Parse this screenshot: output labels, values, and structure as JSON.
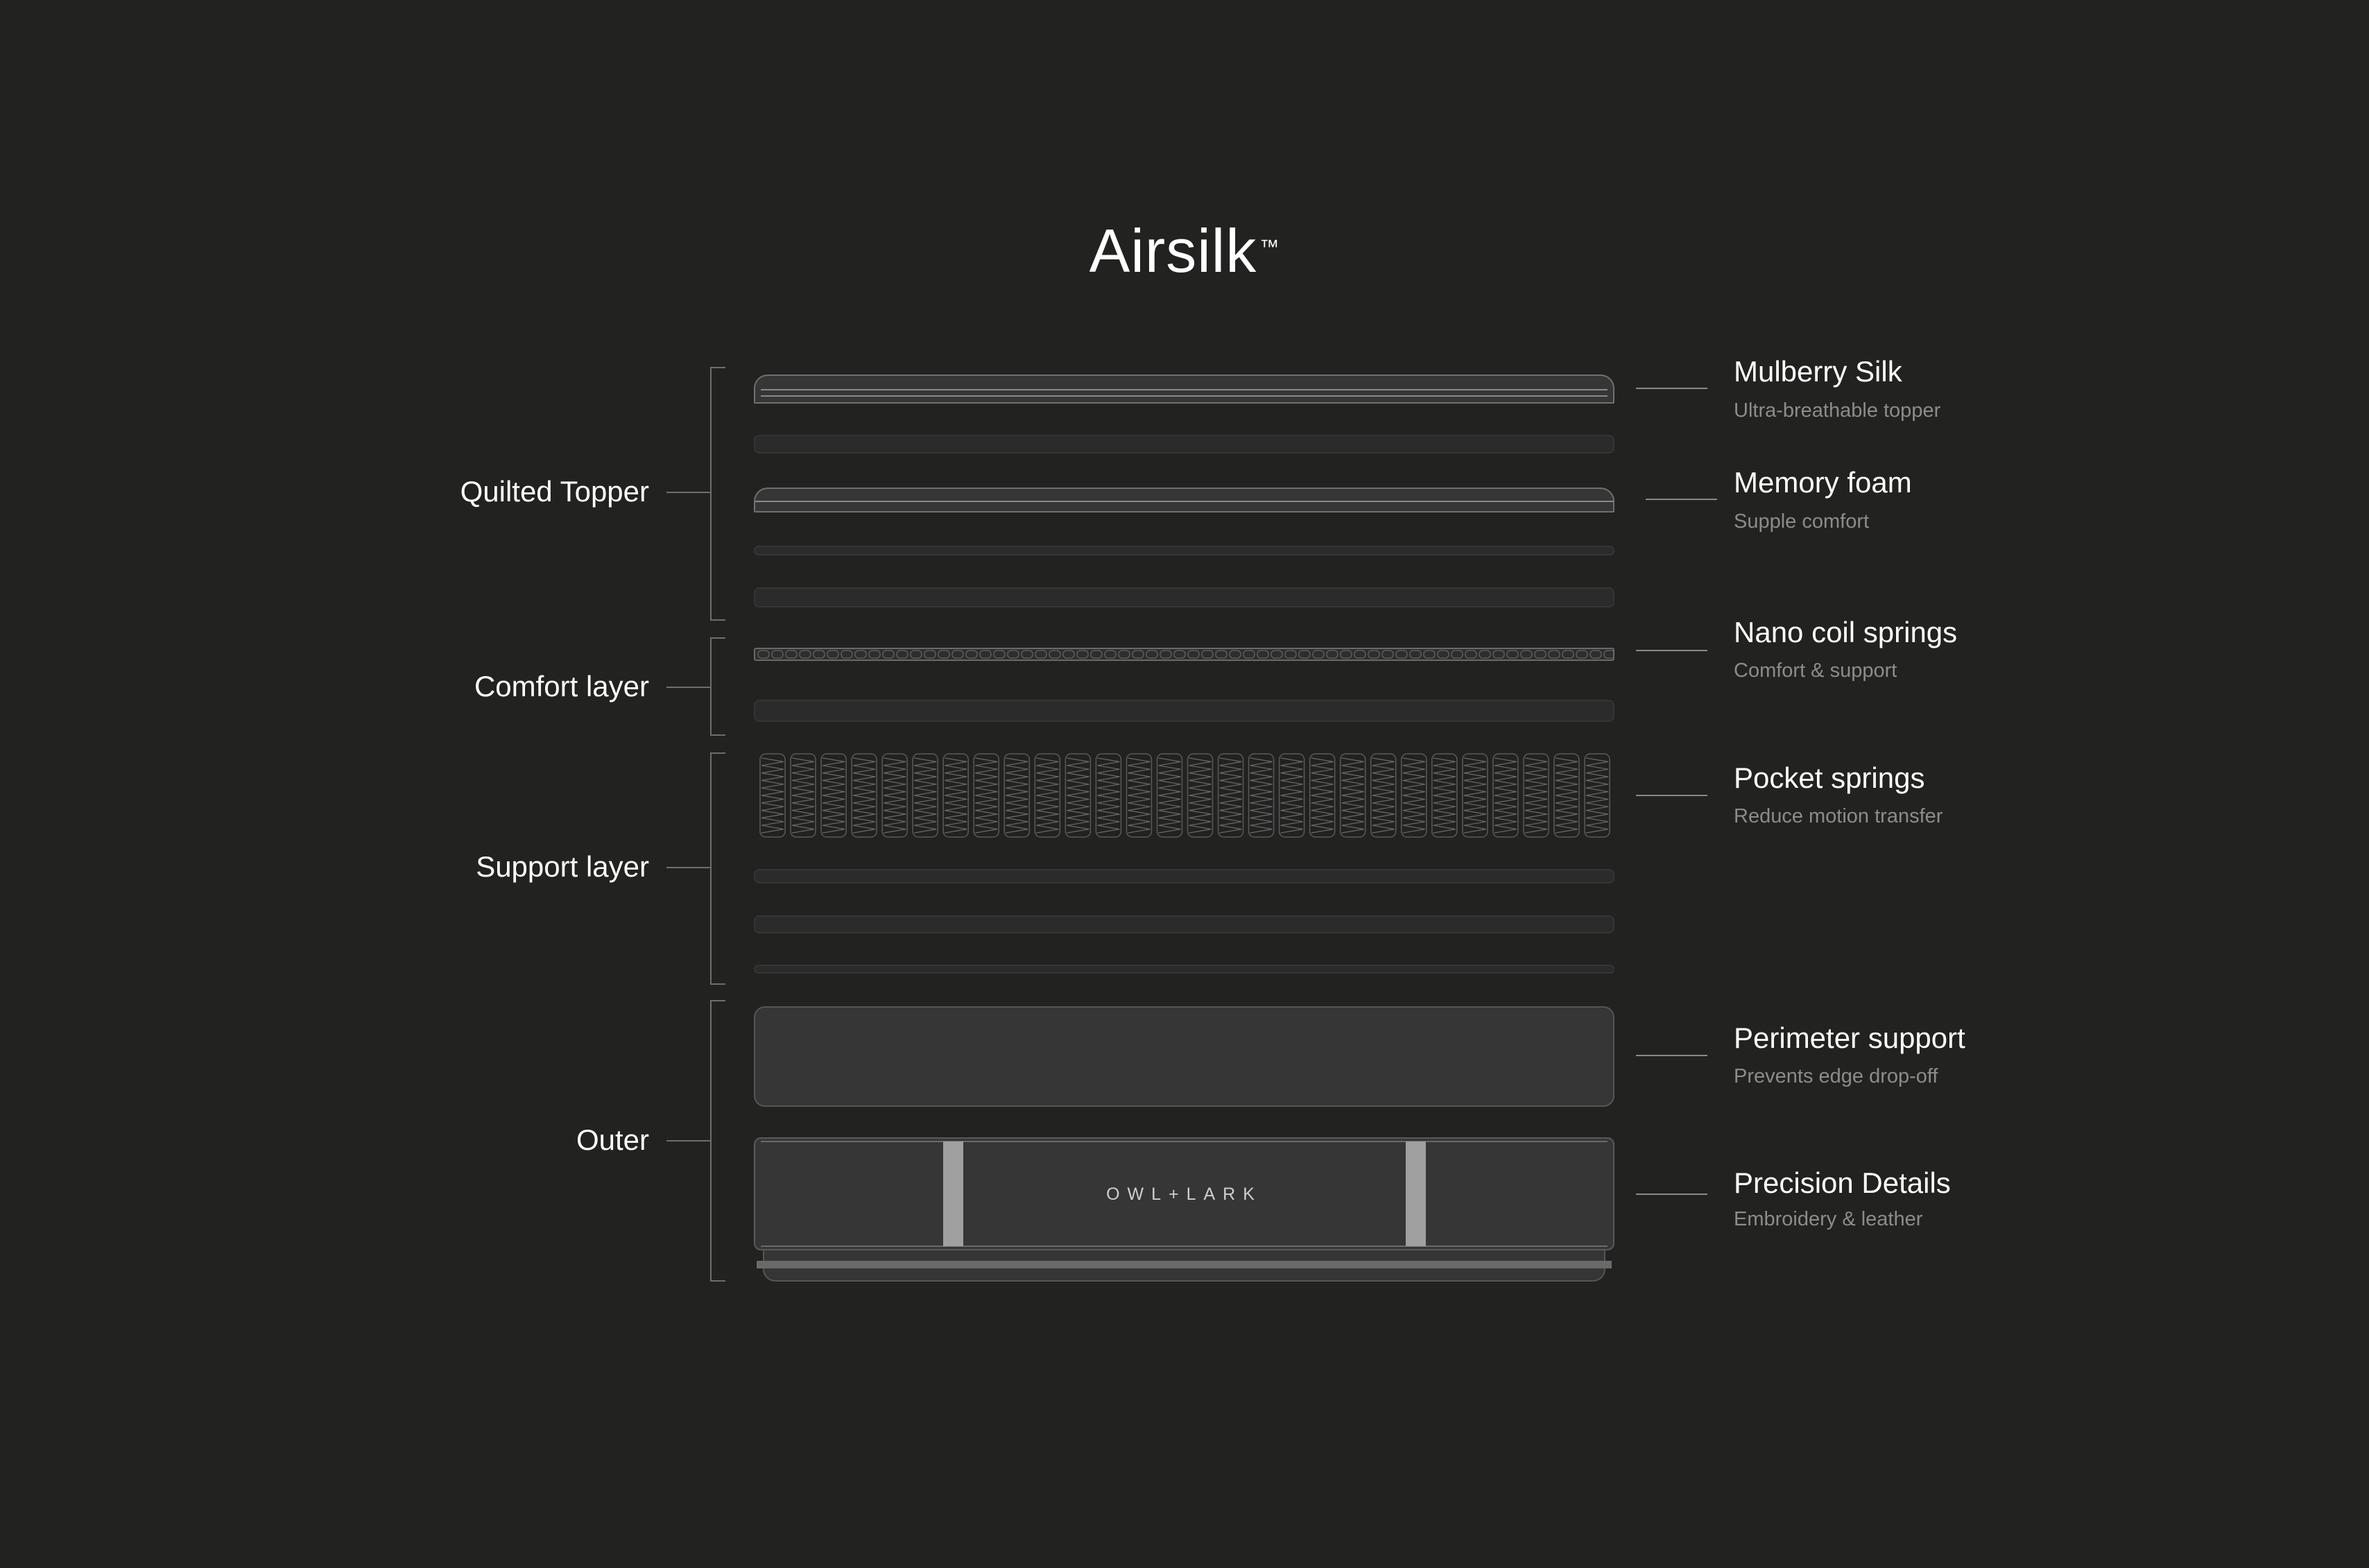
{
  "title": {
    "name": "Airsilk",
    "mark": "™"
  },
  "groups": [
    {
      "label": "Quilted Topper"
    },
    {
      "label": "Comfort layer"
    },
    {
      "label": "Support layer"
    },
    {
      "label": "Outer"
    }
  ],
  "features": [
    {
      "title": "Mulberry Silk",
      "subtitle": "Ultra-breathable topper"
    },
    {
      "title": "Memory foam",
      "subtitle": "Supple comfort"
    },
    {
      "title": "Nano coil springs",
      "subtitle": "Comfort & support"
    },
    {
      "title": "Pocket springs",
      "subtitle": "Reduce motion transfer"
    },
    {
      "title": "Perimeter support",
      "subtitle": "Prevents edge drop-off"
    },
    {
      "title": "Precision Details",
      "subtitle": "Embroidery & leather"
    }
  ],
  "brand_label": "OWL+LARK",
  "pocket_spring_count": 28,
  "colors": {
    "background": "#222221",
    "layer": "#2b2b2b",
    "highlight_layer": "#363636",
    "text": "#ffffff",
    "subtext": "#8c8c8c"
  }
}
